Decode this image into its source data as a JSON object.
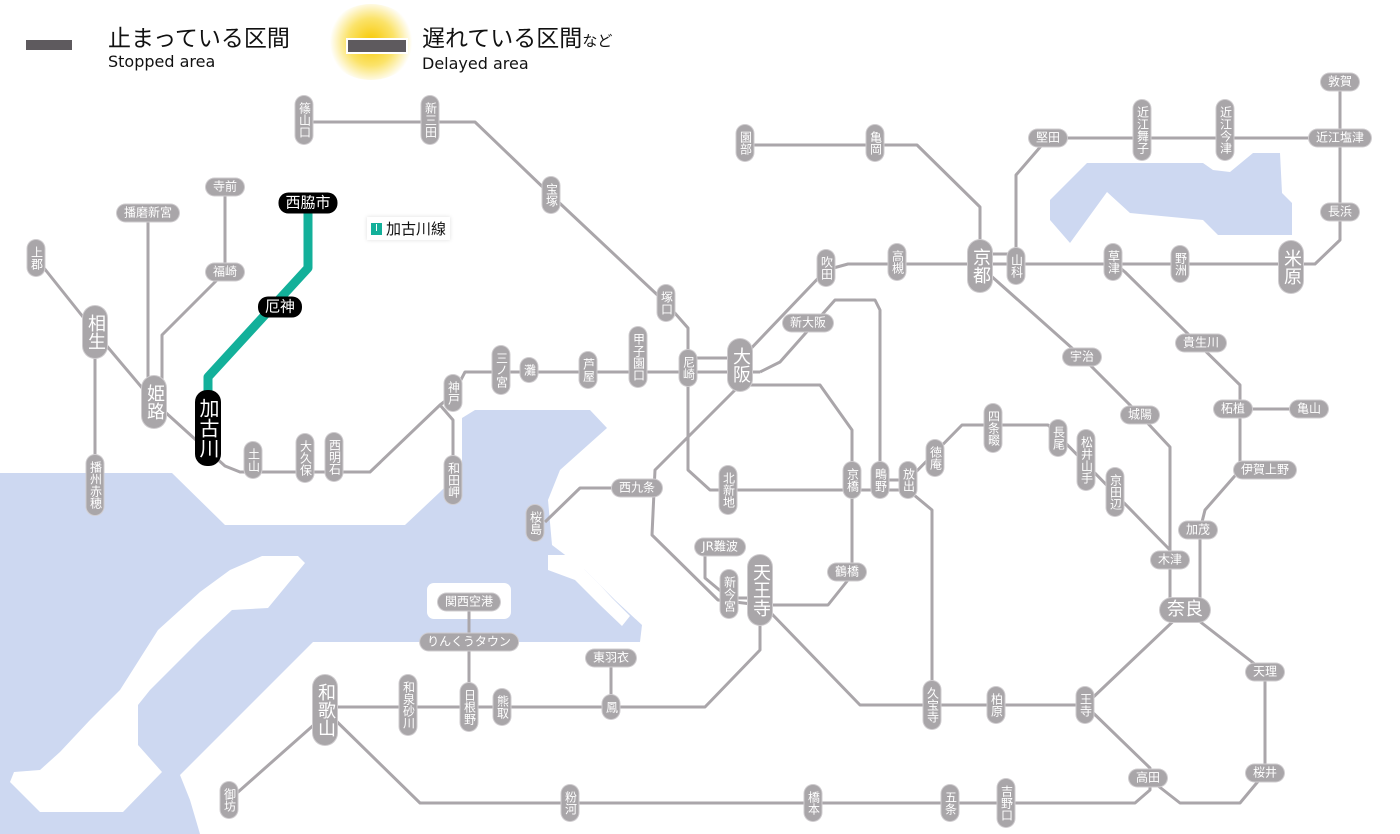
{
  "legend": {
    "stopped_ja": "止まっている区間",
    "stopped_en": "Stopped area",
    "delayed_ja": "遅れている区間",
    "delayed_ja_suffix": "など",
    "delayed_en": "Delayed area",
    "stopped_color": "#5e5a5e",
    "delayed_glow_color": "#f7c800"
  },
  "affected_line": {
    "badge": "I",
    "name": "加古川線",
    "color": "#13b09a"
  },
  "colors": {
    "line": "#aaa6aa",
    "water": "#cdd8f1",
    "station": "#a9a6a9",
    "stopped_station": "#000000"
  },
  "stations": {
    "sasayamaguchi": "篠山口",
    "shinsanda": "新三田",
    "takarazuka": "宝塚",
    "tsukaguchi": "塚口",
    "amagasaki": "尼崎",
    "koshienguchi": "甲子園口",
    "ashiya": "芦屋",
    "nada": "灘",
    "sannomiya": "三ノ宮",
    "kobe": "神戸",
    "wadamisaki": "和田岬",
    "nishiakashi": "西明石",
    "okubo": "大久保",
    "tsuchiyama": "土山",
    "kakogawa": "加古川",
    "yakujin": "厄神",
    "nishiwakishi": "西脇市",
    "himeji": "姫路",
    "aioi": "相生",
    "kamigori": "上郡",
    "harimashingu": "播磨新宮",
    "teramae": "寺前",
    "fukusaki": "福崎",
    "banshuako": "播州赤穂",
    "osaka": "大阪",
    "shinosaka": "新大阪",
    "suita": "吹田",
    "takatsuki": "高槻",
    "kyoto": "京都",
    "yamashina": "山科",
    "sonobe": "園部",
    "kameoka": "亀岡",
    "katata": "堅田",
    "omimaiko": "近江舞子",
    "omiimazu": "近江今津",
    "omishiotsu": "近江塩津",
    "tsuruga": "敦賀",
    "nagahama": "長浜",
    "maibara": "米原",
    "yasu": "野洲",
    "kusatsu": "草津",
    "uji": "宇治",
    "kibukawa": "貴生川",
    "joyo": "城陽",
    "tsuge": "柘植",
    "kameyama": "亀山",
    "igaueno": "伊賀上野",
    "kamo": "加茂",
    "kizu": "木津",
    "nara": "奈良",
    "tenri": "天理",
    "sakurai": "桜井",
    "takada": "高田",
    "oji": "王寺",
    "kashiwara": "柏原",
    "kyuhoji": "久宝寺",
    "yoshinoguchi": "吉野口",
    "gojo": "五条",
    "hashimoto": "橋本",
    "kokawa": "粉河",
    "wakayama": "和歌山",
    "gobo": "御坊",
    "izumisunagawa": "和泉砂川",
    "hineno": "日根野",
    "kumatori": "熊取",
    "otori": "鳳",
    "higashihagoromo": "東羽衣",
    "rinkutown": "りんくうタウン",
    "kansaiairport": "関西空港",
    "tennoji": "天王寺",
    "shinimamiya": "新今宮",
    "jrnamba": "JR難波",
    "tsuruhashi": "鶴橋",
    "kyobashi": "京橋",
    "shigino": "鴫野",
    "hanaten": "放出",
    "tokuan": "徳庵",
    "shijonawate": "四条畷",
    "nagao": "長尾",
    "matsuiyamate": "松井山手",
    "kyotanabe": "京田辺",
    "kitashinchi": "北新地",
    "nishikujo": "西九条",
    "sakurajima": "桜島"
  }
}
